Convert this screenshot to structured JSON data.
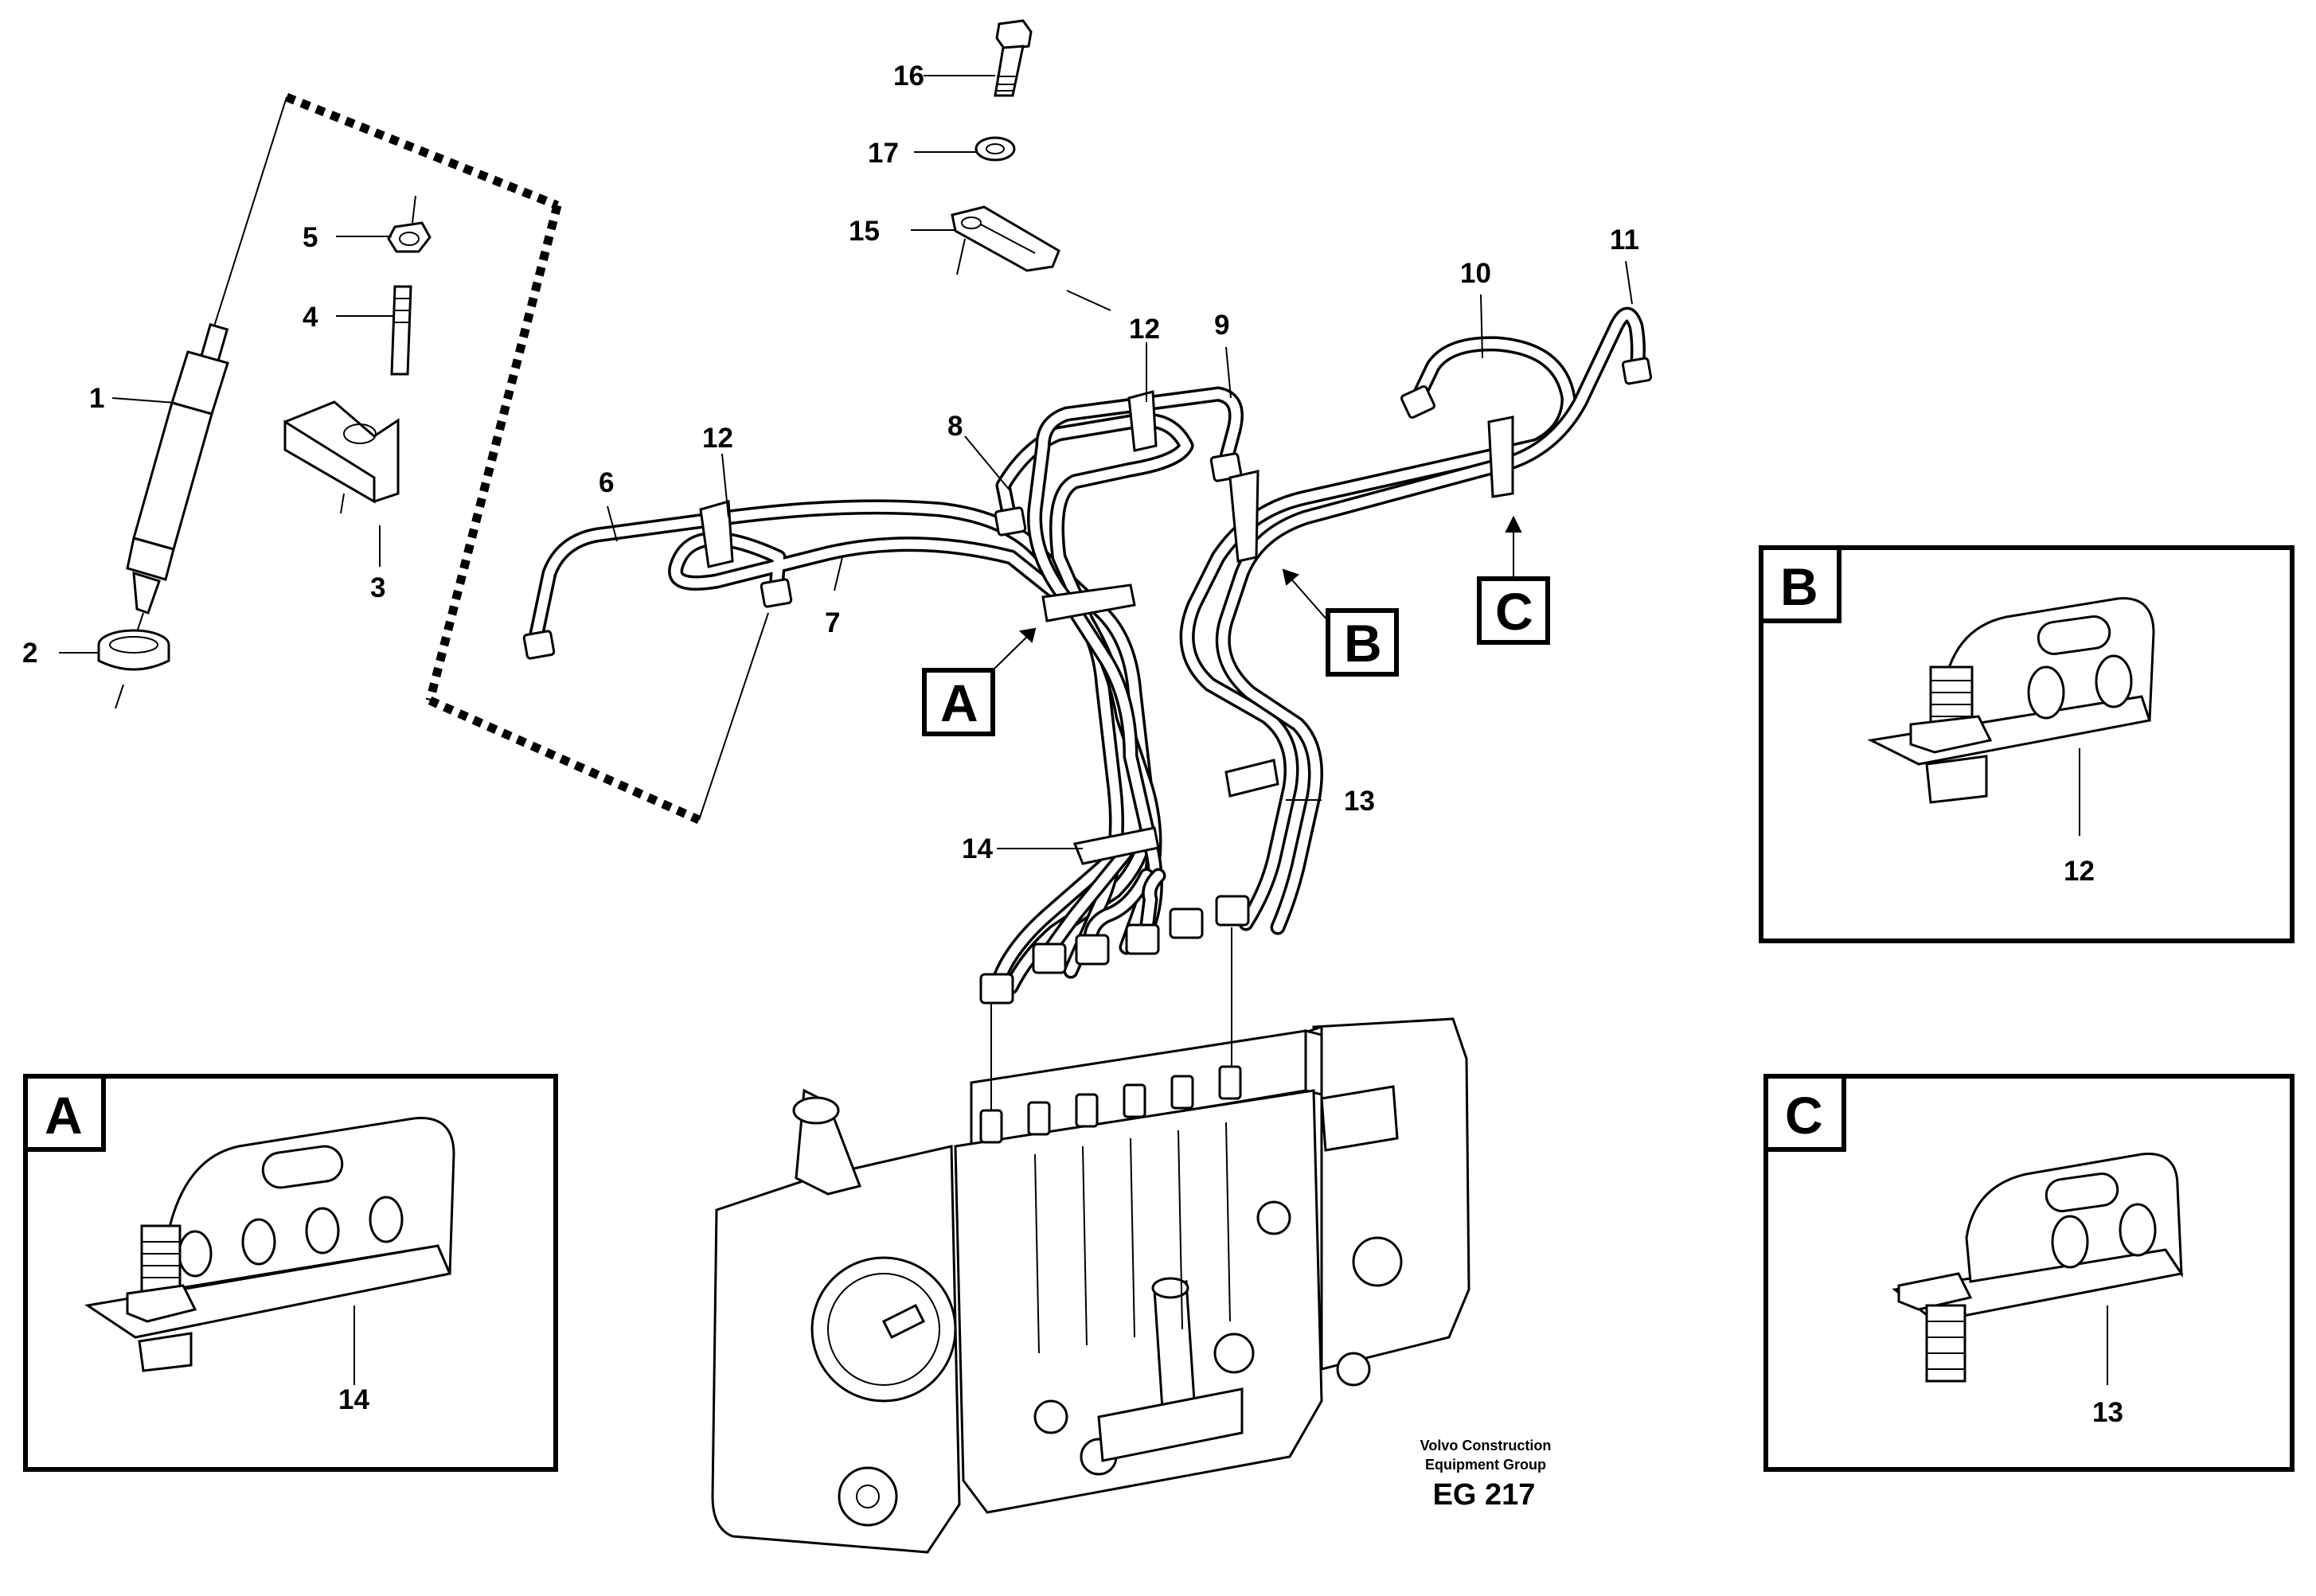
{
  "callouts": {
    "c1": "1",
    "c2": "2",
    "c3": "3",
    "c4": "4",
    "c5": "5",
    "c6": "6",
    "c7": "7",
    "c8": "8",
    "c9": "9",
    "c10": "10",
    "c11": "11",
    "c12a": "12",
    "c12b": "12",
    "c13": "13",
    "c14": "14",
    "c15": "15",
    "c16": "16",
    "c17": "17"
  },
  "detail_markers": {
    "a": "A",
    "b": "B",
    "c": "C"
  },
  "insets": {
    "a": {
      "letter": "A",
      "part": "14"
    },
    "b": {
      "letter": "B",
      "part": "12"
    },
    "c": {
      "letter": "C",
      "part": "13"
    }
  },
  "footer": {
    "line1": "Volvo Construction",
    "line2": "Equipment Group",
    "code": "EG 217"
  }
}
